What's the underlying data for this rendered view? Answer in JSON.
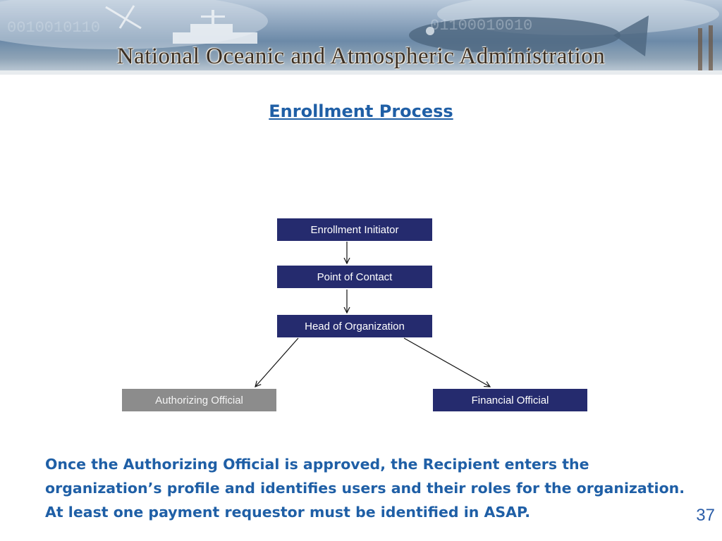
{
  "banner": {
    "title": "National Oceanic and Atmospheric Administration"
  },
  "slide": {
    "title": "Enrollment Process",
    "page_number": "37"
  },
  "diagram": {
    "nodes": {
      "enrollment_initiator": "Enrollment Initiator",
      "point_of_contact": "Point of Contact",
      "head_of_organization": "Head of Organization",
      "authorizing_official": "Authorizing Official",
      "financial_official": "Financial Official"
    },
    "edges": [
      [
        "enrollment_initiator",
        "point_of_contact"
      ],
      [
        "point_of_contact",
        "head_of_organization"
      ],
      [
        "head_of_organization",
        "authorizing_official"
      ],
      [
        "head_of_organization",
        "financial_official"
      ]
    ]
  },
  "caption": {
    "lines": [
      "Once the Authorizing Official is approved, the Recipient enters the",
      "organization’s profile and identifies users and their roles for the organization.",
      "At least one payment requestor must be identified in ASAP."
    ]
  },
  "colors": {
    "navy_box": "#252b6e",
    "gray_box": "#8c8c8c",
    "heading_blue": "#1f5fa6"
  }
}
